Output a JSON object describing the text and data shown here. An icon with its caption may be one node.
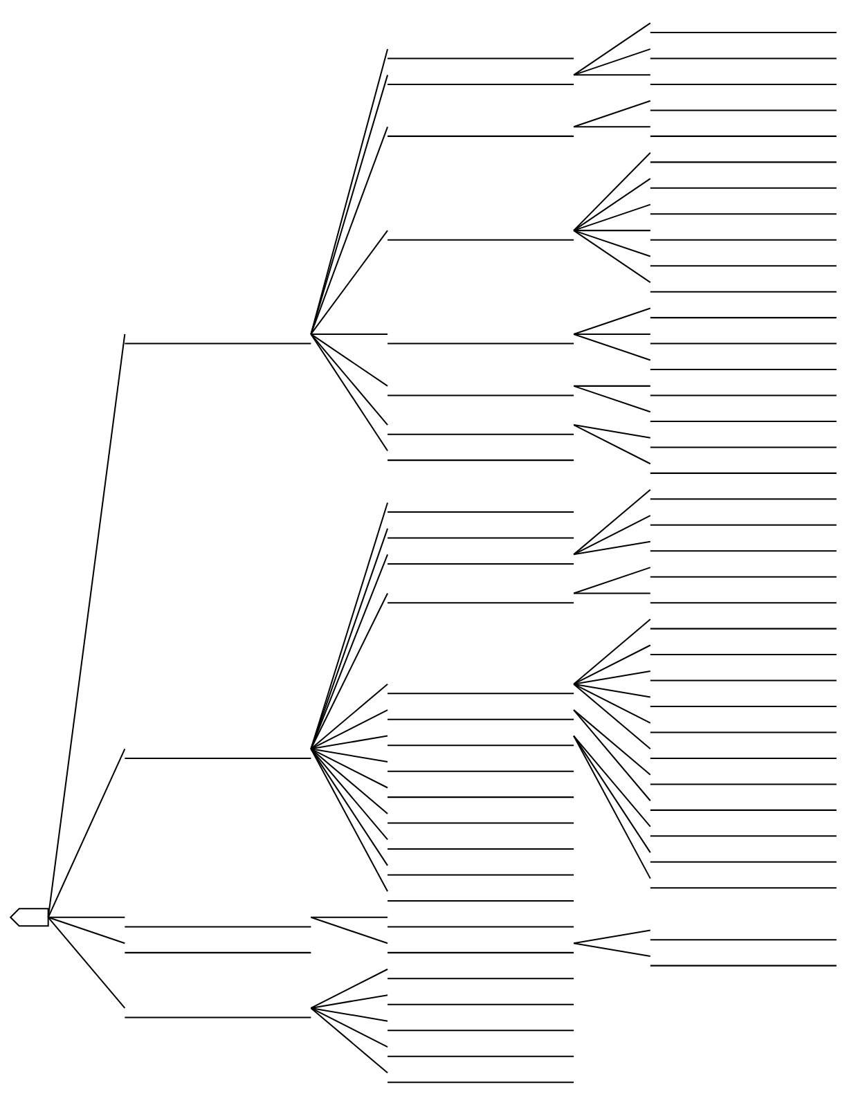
{
  "diagram": {
    "nodes": [
      {
        "text": [],
        "shape": "pentagon"
      },
      {
        "text": [],
        "shape": "line"
      },
      {
        "text": [],
        "shape": "line"
      },
      {
        "text": [],
        "shape": "line"
      },
      {
        "text": [],
        "shape": "line"
      },
      {
        "text": [],
        "shape": "line"
      },
      {
        "text": [],
        "shape": "line"
      },
      {
        "text": [],
        "shape": "line"
      },
      {
        "text": [],
        "shape": "line"
      },
      {
        "text": [],
        "shape": "line"
      },
      {
        "text": [],
        "shape": "line"
      },
      {
        "text": [],
        "shape": "line"
      },
      {
        "text": [],
        "shape": "line"
      },
      {
        "text": [],
        "shape": "line"
      },
      {
        "text": [],
        "shape": "line"
      },
      {
        "text": [],
        "shape": "line"
      },
      {
        "text": [],
        "shape": "line"
      },
      {
        "text": [],
        "shape": "line"
      },
      {
        "text": [],
        "shape": "line"
      },
      {
        "text": [],
        "shape": "line"
      },
      {
        "text": [],
        "shape": "line"
      },
      {
        "text": [],
        "shape": "line"
      },
      {
        "text": [],
        "shape": "line"
      },
      {
        "text": [],
        "shape": "line"
      },
      {
        "text": [],
        "shape": "line"
      },
      {
        "text": [],
        "shape": "line"
      },
      {
        "text": [],
        "shape": "line"
      },
      {
        "text": [],
        "shape": "line"
      },
      {
        "text": [],
        "shape": "line"
      },
      {
        "text": [],
        "shape": "line"
      },
      {
        "text": [],
        "shape": "line"
      },
      {
        "text": [],
        "shape": "line"
      },
      {
        "text": [],
        "shape": "line"
      },
      {
        "text": [],
        "shape": "line"
      },
      {
        "text": [],
        "shape": "line"
      },
      {
        "text": [],
        "shape": "line"
      },
      {
        "text": [],
        "shape": "line"
      },
      {
        "text": [],
        "shape": "line"
      },
      {
        "text": [],
        "shape": "line"
      },
      {
        "text": [],
        "shape": "line"
      },
      {
        "text": [],
        "shape": "line"
      },
      {
        "text": [],
        "shape": "line"
      },
      {
        "text": [],
        "shape": "line"
      },
      {
        "text": [],
        "shape": "line"
      },
      {
        "text": [],
        "shape": "line"
      },
      {
        "text": [],
        "shape": "line"
      },
      {
        "text": [],
        "shape": "line"
      },
      {
        "text": [],
        "shape": "line"
      },
      {
        "text": [],
        "shape": "line"
      },
      {
        "text": [],
        "shape": "line"
      },
      {
        "text": [],
        "shape": "line"
      },
      {
        "text": [],
        "shape": "line"
      },
      {
        "text": [],
        "shape": "line"
      },
      {
        "text": [],
        "shape": "line"
      },
      {
        "text": [],
        "shape": "line"
      },
      {
        "text": [],
        "shape": "line"
      },
      {
        "text": [],
        "shape": "line"
      },
      {
        "text": [],
        "shape": "line"
      },
      {
        "text": [],
        "shape": "line"
      },
      {
        "text": [],
        "shape": "line"
      },
      {
        "text": [],
        "shape": "line"
      },
      {
        "text": [],
        "shape": "line"
      },
      {
        "text": [],
        "shape": "line"
      },
      {
        "text": [],
        "shape": "line"
      },
      {
        "text": [],
        "shape": "line"
      },
      {
        "text": [],
        "shape": "line"
      },
      {
        "text": [],
        "shape": "line"
      },
      {
        "text": [],
        "shape": "line"
      },
      {
        "text": [],
        "shape": "line"
      },
      {
        "text": [],
        "shape": "line"
      }
    ],
    "edges": [
      {
        "from": 0,
        "to": 1,
        "arrow": "none"
      },
      {
        "from": 0,
        "to": 28,
        "arrow": "none"
      },
      {
        "from": 0,
        "to": 58,
        "arrow": "none"
      },
      {
        "from": 0,
        "to": 63,
        "arrow": "none"
      },
      {
        "from": 0,
        "to": 64,
        "arrow": "none"
      },
      {
        "from": 1,
        "to": 2,
        "arrow": "none"
      },
      {
        "from": 1,
        "to": 3,
        "arrow": "none"
      },
      {
        "from": 1,
        "to": 7,
        "arrow": "none"
      },
      {
        "from": 1,
        "to": 10,
        "arrow": "none"
      },
      {
        "from": 1,
        "to": 17,
        "arrow": "none"
      },
      {
        "from": 1,
        "to": 21,
        "arrow": "none"
      },
      {
        "from": 1,
        "to": 24,
        "arrow": "none"
      },
      {
        "from": 1,
        "to": 27,
        "arrow": "none"
      },
      {
        "from": 3,
        "to": 4,
        "arrow": "none"
      },
      {
        "from": 3,
        "to": 5,
        "arrow": "none"
      },
      {
        "from": 3,
        "to": 6,
        "arrow": "none"
      },
      {
        "from": 7,
        "to": 8,
        "arrow": "none"
      },
      {
        "from": 7,
        "to": 9,
        "arrow": "none"
      },
      {
        "from": 10,
        "to": 11,
        "arrow": "none"
      },
      {
        "from": 10,
        "to": 12,
        "arrow": "none"
      },
      {
        "from": 10,
        "to": 13,
        "arrow": "none"
      },
      {
        "from": 10,
        "to": 14,
        "arrow": "none"
      },
      {
        "from": 10,
        "to": 15,
        "arrow": "none"
      },
      {
        "from": 10,
        "to": 16,
        "arrow": "none"
      },
      {
        "from": 17,
        "to": 18,
        "arrow": "none"
      },
      {
        "from": 17,
        "to": 19,
        "arrow": "none"
      },
      {
        "from": 17,
        "to": 20,
        "arrow": "none"
      },
      {
        "from": 21,
        "to": 22,
        "arrow": "none"
      },
      {
        "from": 21,
        "to": 23,
        "arrow": "none"
      },
      {
        "from": 24,
        "to": 25,
        "arrow": "none"
      },
      {
        "from": 24,
        "to": 26,
        "arrow": "none"
      },
      {
        "from": 28,
        "to": 29,
        "arrow": "none"
      },
      {
        "from": 28,
        "to": 30,
        "arrow": "none"
      },
      {
        "from": 28,
        "to": 31,
        "arrow": "none"
      },
      {
        "from": 28,
        "to": 35,
        "arrow": "none"
      },
      {
        "from": 28,
        "to": 38,
        "arrow": "none"
      },
      {
        "from": 28,
        "to": 45,
        "arrow": "none"
      },
      {
        "from": 28,
        "to": 48,
        "arrow": "none"
      },
      {
        "from": 28,
        "to": 52,
        "arrow": "none"
      },
      {
        "from": 28,
        "to": 53,
        "arrow": "none"
      },
      {
        "from": 28,
        "to": 54,
        "arrow": "none"
      },
      {
        "from": 28,
        "to": 55,
        "arrow": "none"
      },
      {
        "from": 28,
        "to": 56,
        "arrow": "none"
      },
      {
        "from": 28,
        "to": 57,
        "arrow": "none"
      },
      {
        "from": 31,
        "to": 32,
        "arrow": "none"
      },
      {
        "from": 31,
        "to": 33,
        "arrow": "none"
      },
      {
        "from": 31,
        "to": 34,
        "arrow": "none"
      },
      {
        "from": 35,
        "to": 36,
        "arrow": "none"
      },
      {
        "from": 35,
        "to": 37,
        "arrow": "none"
      },
      {
        "from": 38,
        "to": 39,
        "arrow": "none"
      },
      {
        "from": 38,
        "to": 40,
        "arrow": "none"
      },
      {
        "from": 38,
        "to": 41,
        "arrow": "none"
      },
      {
        "from": 38,
        "to": 42,
        "arrow": "none"
      },
      {
        "from": 38,
        "to": 43,
        "arrow": "none"
      },
      {
        "from": 38,
        "to": 44,
        "arrow": "none"
      },
      {
        "from": 45,
        "to": 46,
        "arrow": "none"
      },
      {
        "from": 45,
        "to": 47,
        "arrow": "none"
      },
      {
        "from": 48,
        "to": 49,
        "arrow": "none"
      },
      {
        "from": 48,
        "to": 50,
        "arrow": "none"
      },
      {
        "from": 48,
        "to": 51,
        "arrow": "none"
      },
      {
        "from": 58,
        "to": 59,
        "arrow": "none"
      },
      {
        "from": 58,
        "to": 60,
        "arrow": "none"
      },
      {
        "from": 60,
        "to": 61,
        "arrow": "none"
      },
      {
        "from": 60,
        "to": 62,
        "arrow": "none"
      },
      {
        "from": 64,
        "to": 65,
        "arrow": "none"
      },
      {
        "from": 64,
        "to": 66,
        "arrow": "none"
      },
      {
        "from": 64,
        "to": 67,
        "arrow": "none"
      },
      {
        "from": 64,
        "to": 68,
        "arrow": "none"
      },
      {
        "from": 64,
        "to": 69,
        "arrow": "none"
      }
    ]
  }
}
